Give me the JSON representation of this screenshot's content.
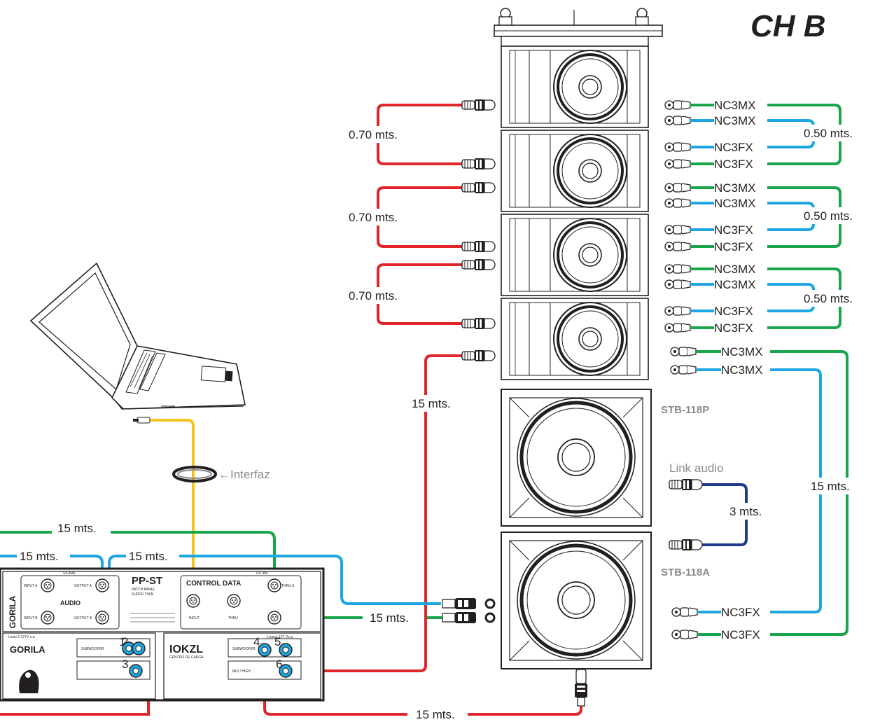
{
  "title": "CH B",
  "colors": {
    "red": "#e0252b",
    "blue": "#1da6e0",
    "green": "#1aa54a",
    "yellow": "#f6c51a",
    "navy": "#213a8f",
    "outline": "#231f20",
    "gray_label": "#8a8a8a"
  },
  "left_cables": [
    {
      "length": "0.70 mts."
    },
    {
      "length": "0.70 mts."
    },
    {
      "length": "0.70 mts."
    }
  ],
  "feed_cable": {
    "length": "15 mts."
  },
  "right_groups": [
    {
      "length": "0.50 mts.",
      "connectors": [
        "NC3MX",
        "NC3MX",
        "NC3FX",
        "NC3FX"
      ]
    },
    {
      "length": "0.50 mts.",
      "connectors": [
        "NC3MX",
        "NC3MX",
        "NC3FX",
        "NC3FX"
      ]
    },
    {
      "length": "0.50 mts.",
      "connectors": [
        "NC3MX",
        "NC3MX",
        "NC3FX",
        "NC3FX"
      ]
    }
  ],
  "long_run": {
    "length": "15 mts.",
    "top_connectors": [
      "NC3MX",
      "NC3MX"
    ],
    "bottom_connectors": [
      "NC3FX",
      "NC3FX"
    ]
  },
  "subwoofers": {
    "top_label": "STB-118P",
    "bottom_label": "STB-118A",
    "link_label": "Link audio",
    "link_length": "3 mts."
  },
  "interface_label": "←Interfaz",
  "bottom_cables": {
    "green_top": "15 mts.",
    "blue_left": "15 mts.",
    "blue_mid": "15 mts.",
    "green_right": "15 mts.",
    "bottom": "15 mts."
  },
  "rack": {
    "brand": "GORILA",
    "audio_section": {
      "title": "AUDIO",
      "signal": "SIGNAL",
      "input_a": "INPUT A",
      "input_b": "INPUT B",
      "output_a": "OUTPUT A",
      "output_b": "OUTPUT B"
    },
    "pp_title": "PP-ST",
    "pp_sub1": "PATCH PANEL",
    "pp_sub2": "SUPER TWIN",
    "control": {
      "title": "CONTROL DATA",
      "rs": "RS 485",
      "input": "INPUT",
      "thru": "THRU",
      "thru_a": "THRU A"
    },
    "lines2": "Lines 2  127V c.a.",
    "lines1": "Lines1 127 Vc.a.",
    "lok_brand": "IOKZL",
    "lok_sub": "CENTRO DE CARGA",
    "sub_label": "SUBWOOFER",
    "mid_label": "MID / HIGH",
    "ports": [
      "1",
      "2",
      "3",
      "4",
      "5",
      "6"
    ]
  }
}
